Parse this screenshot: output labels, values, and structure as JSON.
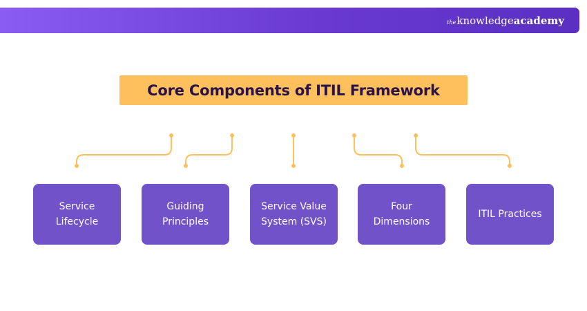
{
  "brand": {
    "prefix": "the",
    "main": "knowledge",
    "bold": "academy"
  },
  "title": "Core Components of ITIL Framework",
  "components": [
    {
      "label": "Service Lifecycle"
    },
    {
      "label": "Guiding Principles"
    },
    {
      "label": "Service Value System (SVS)"
    },
    {
      "label": "Four Dimensions"
    },
    {
      "label": "ITIL Practices"
    }
  ],
  "colors": {
    "banner_start": "#8a5cf2",
    "banner_end": "#5a2fc2",
    "title_bg": "#fdc05c",
    "title_text": "#2a1348",
    "card_bg": "#7152c8",
    "connector": "#fdc05c"
  }
}
